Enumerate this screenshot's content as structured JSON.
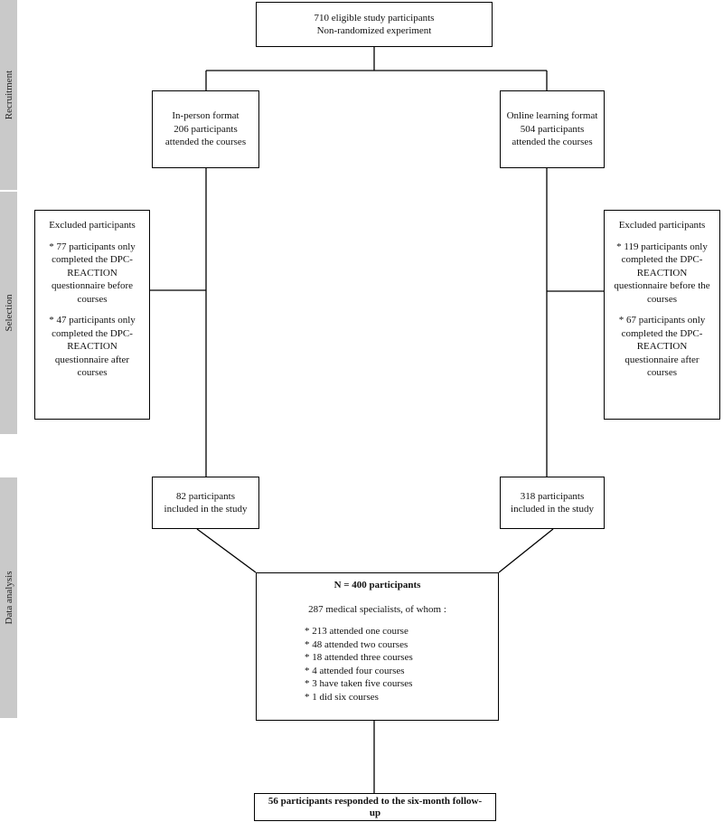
{
  "stages": {
    "recruitment": "Recruitment",
    "selection": "Selection",
    "data_analysis": "Data analysis"
  },
  "top": {
    "line1": "710 eligible study participants",
    "line2": "Non-randomized experiment"
  },
  "in_person": {
    "line1": "In-person format",
    "line2": "206 participants",
    "line3": "attended the courses"
  },
  "online": {
    "line1": "Online learning format",
    "line2": "504 participants",
    "line3": "attended the courses"
  },
  "excluded_left": {
    "title": "Excluded participants",
    "item1": [
      "* 77 participants only",
      "completed the DPC-",
      "REACTION",
      "questionnaire before",
      "courses"
    ],
    "item2": [
      "* 47 participants only",
      "completed the DPC-",
      "REACTION",
      "questionnaire after",
      "courses"
    ]
  },
  "excluded_right": {
    "title": "Excluded participants",
    "item1": [
      "* 119 participants only",
      "completed the DPC-",
      "REACTION",
      "questionnaire before the",
      "courses"
    ],
    "item2": [
      "* 67 participants only",
      "completed the DPC-",
      "REACTION",
      "questionnaire after",
      "courses"
    ]
  },
  "included_left": {
    "line1": "82 participants",
    "line2": "included in the study"
  },
  "included_right": {
    "line1": "318 participants",
    "line2": "included in the study"
  },
  "total": {
    "title": "N = 400 participants",
    "subtitle": "287 medical specialists, of whom :",
    "items": [
      "* 213 attended one course",
      "* 48 attended two courses",
      "* 18 attended three courses",
      "* 4 attended four courses",
      "* 3 have taken five courses",
      "* 1 did six courses"
    ]
  },
  "followup": {
    "line1": "56 participants responded to the six-month follow-",
    "line2": "up"
  }
}
